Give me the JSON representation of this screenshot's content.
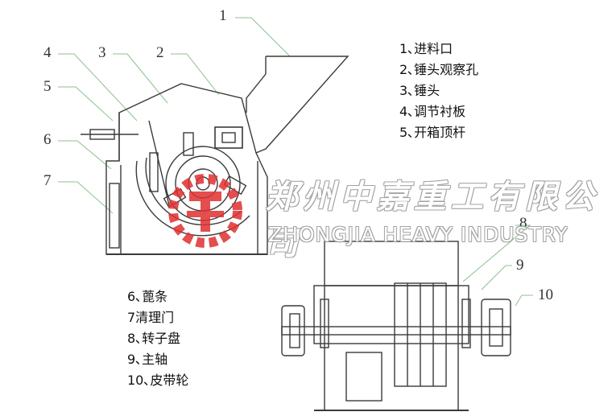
{
  "callouts": {
    "c1": "1",
    "c2": "2",
    "c3": "3",
    "c4": "4",
    "c5": "5",
    "c6": "6",
    "c7": "7",
    "c8": "8",
    "c9": "9",
    "c10": "10"
  },
  "legend_top": [
    "1､进料口",
    "2､锤头观察孔",
    "3､锤头",
    "4､调节衬板",
    "5､开箱顶杆"
  ],
  "legend_bottom": [
    "6､蓖条",
    "7清理门",
    "8､转子盘",
    "9､主轴",
    "10､皮带轮"
  ],
  "watermark": {
    "chinese": "郑州中嘉重工有限公司",
    "english": "ZHONGJIA HEAVY INDUSTRY"
  },
  "colors": {
    "line": "#3a3a3a",
    "leader": "#8cc08c",
    "logo": "#e03030"
  }
}
